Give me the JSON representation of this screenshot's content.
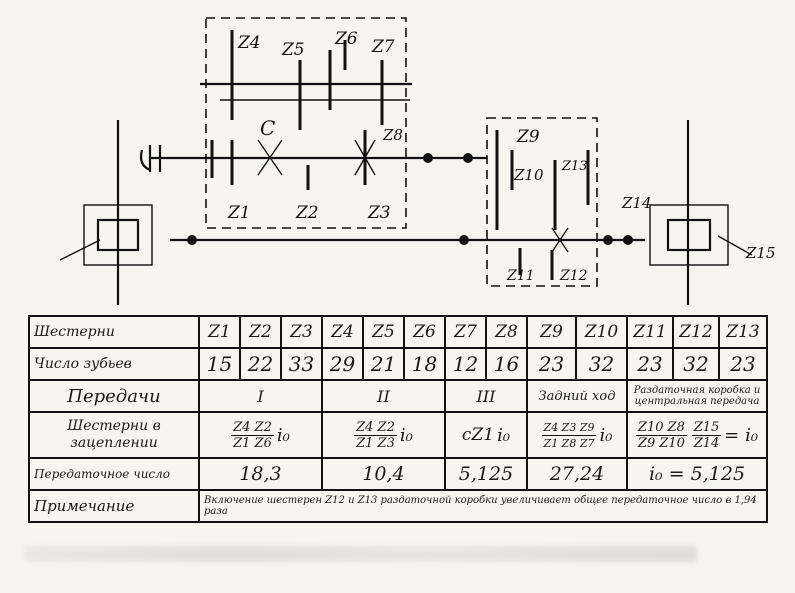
{
  "scheme": {
    "labels": {
      "z4": "Z4",
      "z5": "Z5",
      "z6": "Z6",
      "z7": "Z7",
      "c": "C",
      "z8": "Z8",
      "z1": "Z1",
      "z2": "Z2",
      "z3": "Z3",
      "z9": "Z9",
      "z10": "Z10",
      "z13": "Z13",
      "z11": "Z11",
      "z12": "Z12",
      "z14": "Z14",
      "z15": "Z15"
    }
  },
  "table": {
    "row_gears": {
      "label": "Шестерни",
      "cells": [
        "Z1",
        "Z2",
        "Z3",
        "Z4",
        "Z5",
        "Z6",
        "Z7",
        "Z8",
        "Z9",
        "Z10",
        "Z11",
        "Z12",
        "Z13"
      ]
    },
    "row_teeth": {
      "label": "Число зубьев",
      "cells": [
        "15",
        "22",
        "33",
        "29",
        "21",
        "18",
        "12",
        "16",
        "23",
        "32",
        "23",
        "32",
        "23"
      ]
    },
    "row_gears_label": "Передачи",
    "gear_headers": [
      "I",
      "II",
      "III",
      "Задний ход",
      "Раздаточная коробка и центральная передача"
    ],
    "row_mesh": {
      "label": "Шестерни в зацеплении",
      "g1": {
        "top": "Z4 Z2",
        "bottom": "Z1 Z6",
        "i": "i₀"
      },
      "g2": {
        "top": "Z4 Z2",
        "bottom": "Z1 Z3",
        "i": "i₀"
      },
      "g3": {
        "text": "cZ1",
        "i": "i₀"
      },
      "rev": {
        "top": "Z4 Z3 Z9",
        "bottom": "Z1 Z8 Z7",
        "i": "i₀"
      },
      "transfer": {
        "top1": "Z10 Z8",
        "bottom1": "Z9 Z10",
        "top2": "Z15",
        "bottom2": "Z14",
        "i": "= i₀"
      }
    },
    "row_ratio": {
      "label": "Передаточное число",
      "values": [
        "18,3",
        "10,4",
        "5,125",
        "27,24",
        "i₀ = 5,125"
      ]
    },
    "row_note": {
      "label": "Примечание",
      "text": "Включение шестерен Z12 и Z13 раздаточной коробки увеличивает общее передаточное число в 1,94 раза"
    }
  }
}
